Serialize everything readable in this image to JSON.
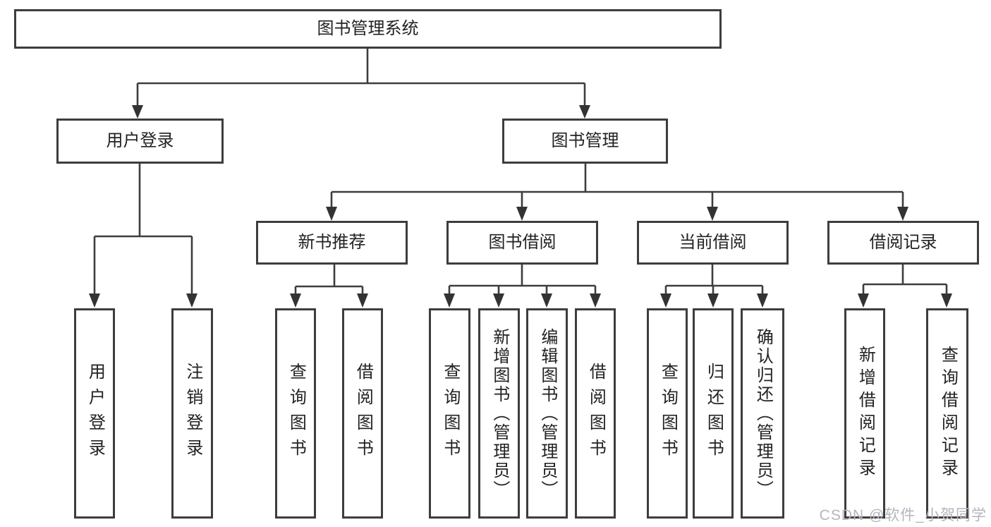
{
  "diagram": {
    "root": {
      "label": "图书管理系统"
    },
    "level1": [
      {
        "label": "用户登录"
      },
      {
        "label": "图书管理"
      }
    ],
    "level2": [
      {
        "label": "新书推荐"
      },
      {
        "label": "图书借阅"
      },
      {
        "label": "当前借阅"
      },
      {
        "label": "借阅记录"
      }
    ],
    "leaf_groups": [
      {
        "parent": "用户登录",
        "items": [
          "用户登录",
          "注销登录"
        ]
      },
      {
        "parent": "新书推荐",
        "items": [
          "查询图书",
          "借阅图书"
        ]
      },
      {
        "parent": "图书借阅",
        "items": [
          "查询图书",
          "新增图书（管理员）",
          "编辑图书（管理员）",
          "借阅图书"
        ]
      },
      {
        "parent": "当前借阅",
        "items": [
          "查询图书",
          "归还图书",
          "确认归还（管理员）"
        ]
      },
      {
        "parent": "借阅记录",
        "items": [
          "新增借阅记录",
          "查询借阅记录"
        ]
      }
    ]
  },
  "watermark": {
    "text": "CSDN @软件_小贺同学"
  },
  "colors": {
    "line": "#3d3d3d",
    "border": "#3d3d3d",
    "text": "#222222",
    "watermark": "#b2b6bd",
    "background": "#ffffff"
  }
}
